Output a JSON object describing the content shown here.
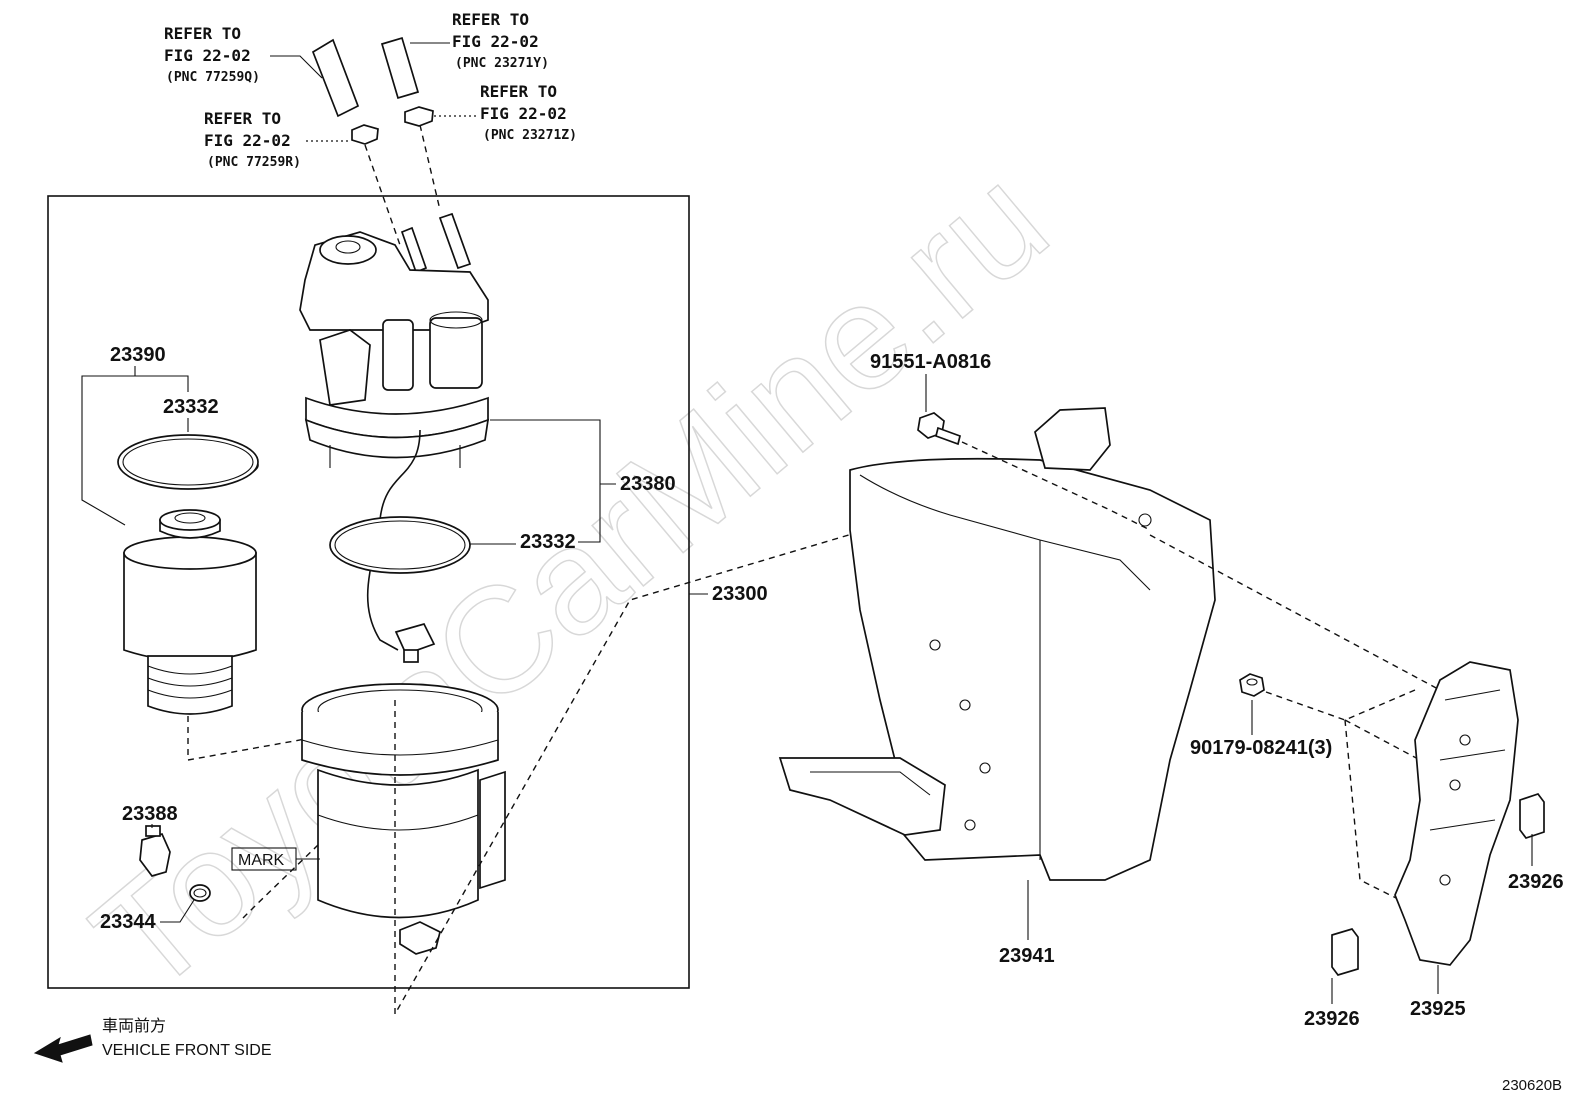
{
  "watermark": "ToyotaCarMine.ru",
  "diagram_code": "230620B",
  "refs": [
    {
      "l1": "REFER TO",
      "l2": "FIG 22-02",
      "pnc": "(PNC 77259Q)"
    },
    {
      "l1": "REFER TO",
      "l2": "FIG 22-02",
      "pnc": "(PNC 23271Y)"
    },
    {
      "l1": "REFER TO",
      "l2": "FIG 22-02",
      "pnc": "(PNC 77259R)"
    },
    {
      "l1": "REFER TO",
      "l2": "FIG 22-02",
      "pnc": "(PNC 23271Z)"
    }
  ],
  "parts": {
    "p23390": "23390",
    "p23332a": "23332",
    "p23380": "23380",
    "p23332b": "23332",
    "p23300": "23300",
    "p23388": "23388",
    "p23344": "23344",
    "p91551": "91551-A0816",
    "p90179": "90179-08241(3)",
    "p23941": "23941",
    "p23926a": "23926",
    "p23926b": "23926",
    "p23925": "23925"
  },
  "mark_label": "MARK",
  "front": {
    "jp": "車両前方",
    "en": "VEHICLE FRONT SIDE"
  }
}
